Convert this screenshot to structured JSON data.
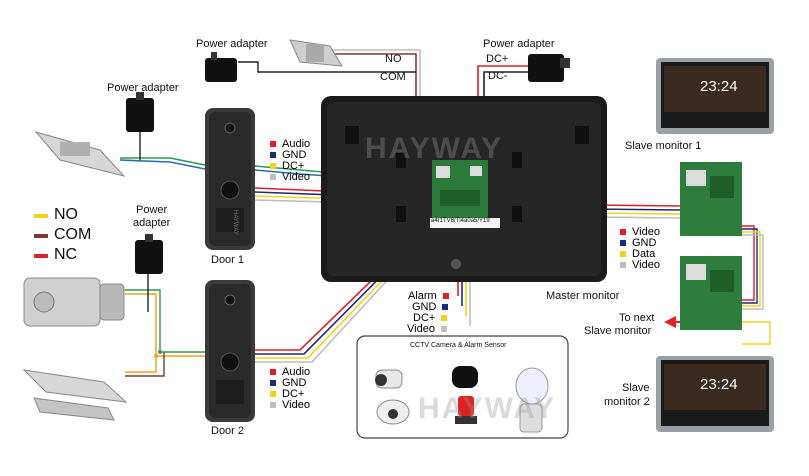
{
  "labels": {
    "power_adapter_top": "Power adapter",
    "power_adapter_left": "Power adapter",
    "power_adapter_right": "Power adapter",
    "power_adapter_door2_line1": "Power",
    "power_adapter_door2_line2": "adapter",
    "no": "NO",
    "com": "COM",
    "dc_plus": "DC+",
    "dc_minus": "DC-",
    "door1": "Door 1",
    "door2": "Door 2",
    "master_monitor": "Master monitor",
    "slave_monitor_1": "Slave monitor 1",
    "slave_monitor_2_line1": "Slave",
    "slave_monitor_2_line2": "monitor 2",
    "to_next_line1": "To next",
    "to_next_line2": "Slave monitor",
    "cctv_title": "CCTV Camera & Alarm Sensor",
    "board_sticker": "a4r1TV8/Tl4a0a5/Y19",
    "watermark": "HAYWAY",
    "door_panel_text": "HAYWAY"
  },
  "door1_legend": [
    "Audio",
    "GND",
    "DC+",
    "Video"
  ],
  "door2_legend": [
    "Audio",
    "GND",
    "DC+",
    "Video"
  ],
  "alarm_legend": [
    "Alarm",
    "GND",
    "DC+",
    "Video"
  ],
  "slave_legend": [
    "Video",
    "GND",
    "Data",
    "Video"
  ],
  "lock_legend": [
    "NO",
    "COM",
    "NC"
  ],
  "screen": {
    "time": "23:24"
  },
  "colors": {
    "red": "#e01f26",
    "navy": "#1c2a7a",
    "yellow": "#f2d21c",
    "gray": "#bdbdbd",
    "brown": "#7a3b2e",
    "green": "#2e9a4a",
    "orange": "#f0a020",
    "blue": "#2b6cb0"
  }
}
